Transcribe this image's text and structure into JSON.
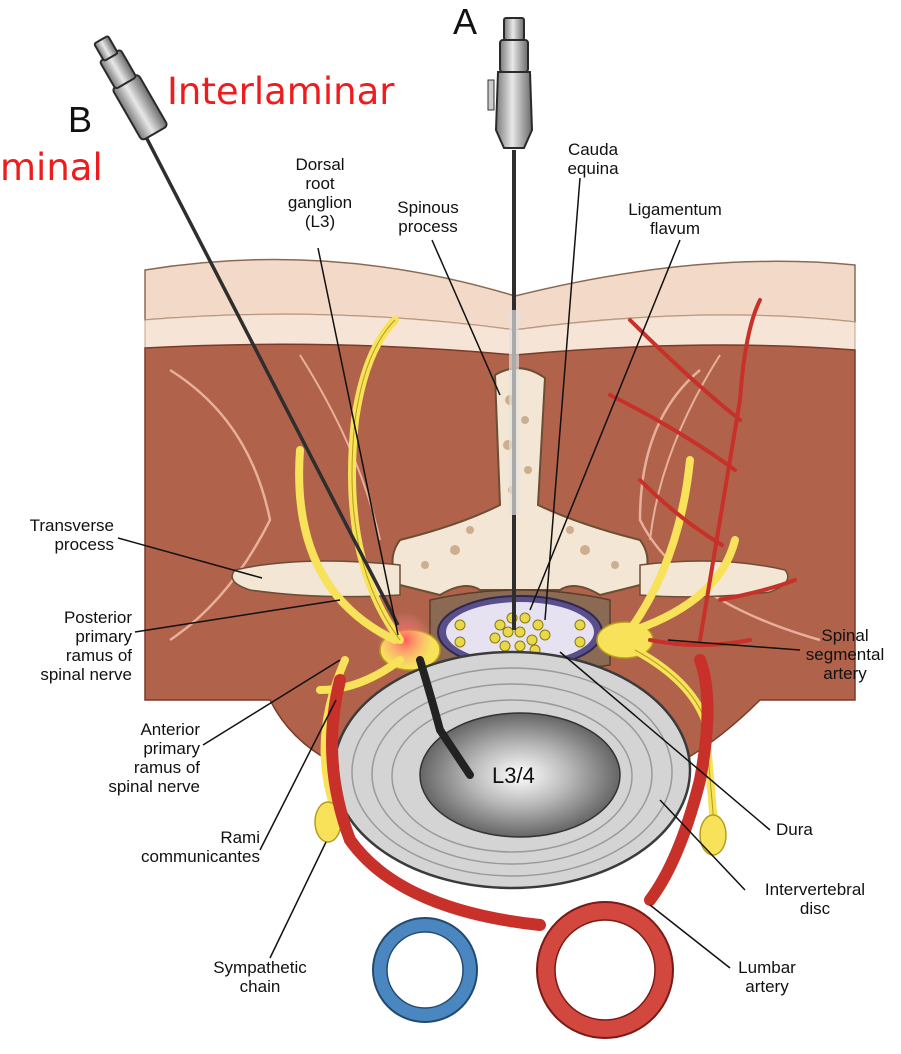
{
  "approaches": {
    "interlaminar": "Interlaminar",
    "transforaminal_fragment": "minal"
  },
  "needles": {
    "a_letter": "A",
    "b_letter": "B"
  },
  "labels": {
    "cauda_equina": "Cauda\nequina",
    "dorsal_root_ganglion": "Dorsal\nroot\nganglion\n(L3)",
    "spinous_process": "Spinous\nprocess",
    "ligamentum_flavum": "Ligamentum\nflavum",
    "transverse_process": "Transverse\nprocess",
    "posterior_primary_ramus": "Posterior\nprimary\nramus of\nspinal nerve",
    "anterior_primary_ramus": "Anterior\nprimary\nramus of\nspinal nerve",
    "rami_communicantes": "Rami\ncommunicantes",
    "sympathetic_chain": "Sympathetic\nchain",
    "spinal_segmental_artery": "Spinal\nsegmental\nartery",
    "dura": "Dura",
    "intervertebral_disc": "Intervertebral\ndisc",
    "lumbar_artery": "Lumbar\nartery",
    "disc_level": "L3/4"
  },
  "colors": {
    "approach_text": "#ee1c1c",
    "muscle": "#b0624a",
    "skin": "#f3dac8",
    "bone": "#f4e6d4",
    "nerve": "#f7e25a",
    "artery": "#c8302a",
    "vein": "#4a86bf",
    "disc": "#d4d4d4"
  }
}
